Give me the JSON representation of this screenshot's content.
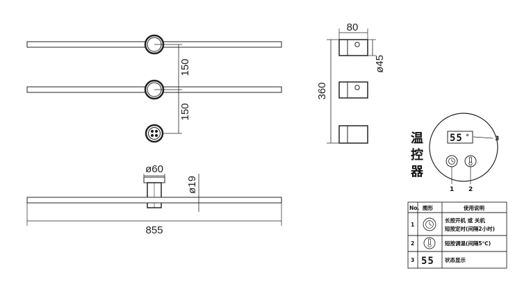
{
  "dimensions": {
    "rail_spacing_top": "150",
    "rail_spacing_bottom": "150",
    "holder_depth": "80",
    "holder_diameter": "ø45",
    "overall_height": "360",
    "mount_diameter": "ø60",
    "rail_diameter": "ø19",
    "overall_length": "855"
  },
  "controller": {
    "title_chars": [
      "温",
      "控",
      "器"
    ],
    "display_digits": "55",
    "display_unit": "°",
    "callouts": [
      "1",
      "2",
      "3"
    ]
  },
  "table": {
    "headers": {
      "no": "No.",
      "icon": "图形",
      "desc": "使用说明"
    },
    "rows": [
      {
        "no": "1",
        "icon": "timer-icon",
        "line1": "长按开机 或 关机",
        "line2": "短按定时(间隔2小时)"
      },
      {
        "no": "2",
        "icon": "thermometer-icon",
        "line1": "短按调温(间隔5℃)"
      },
      {
        "no": "3",
        "icon": "display-digits-icon",
        "icon_text": "55",
        "line1": "状态显示"
      }
    ]
  },
  "colors": {
    "line": "#222222",
    "background": "#ffffff"
  }
}
